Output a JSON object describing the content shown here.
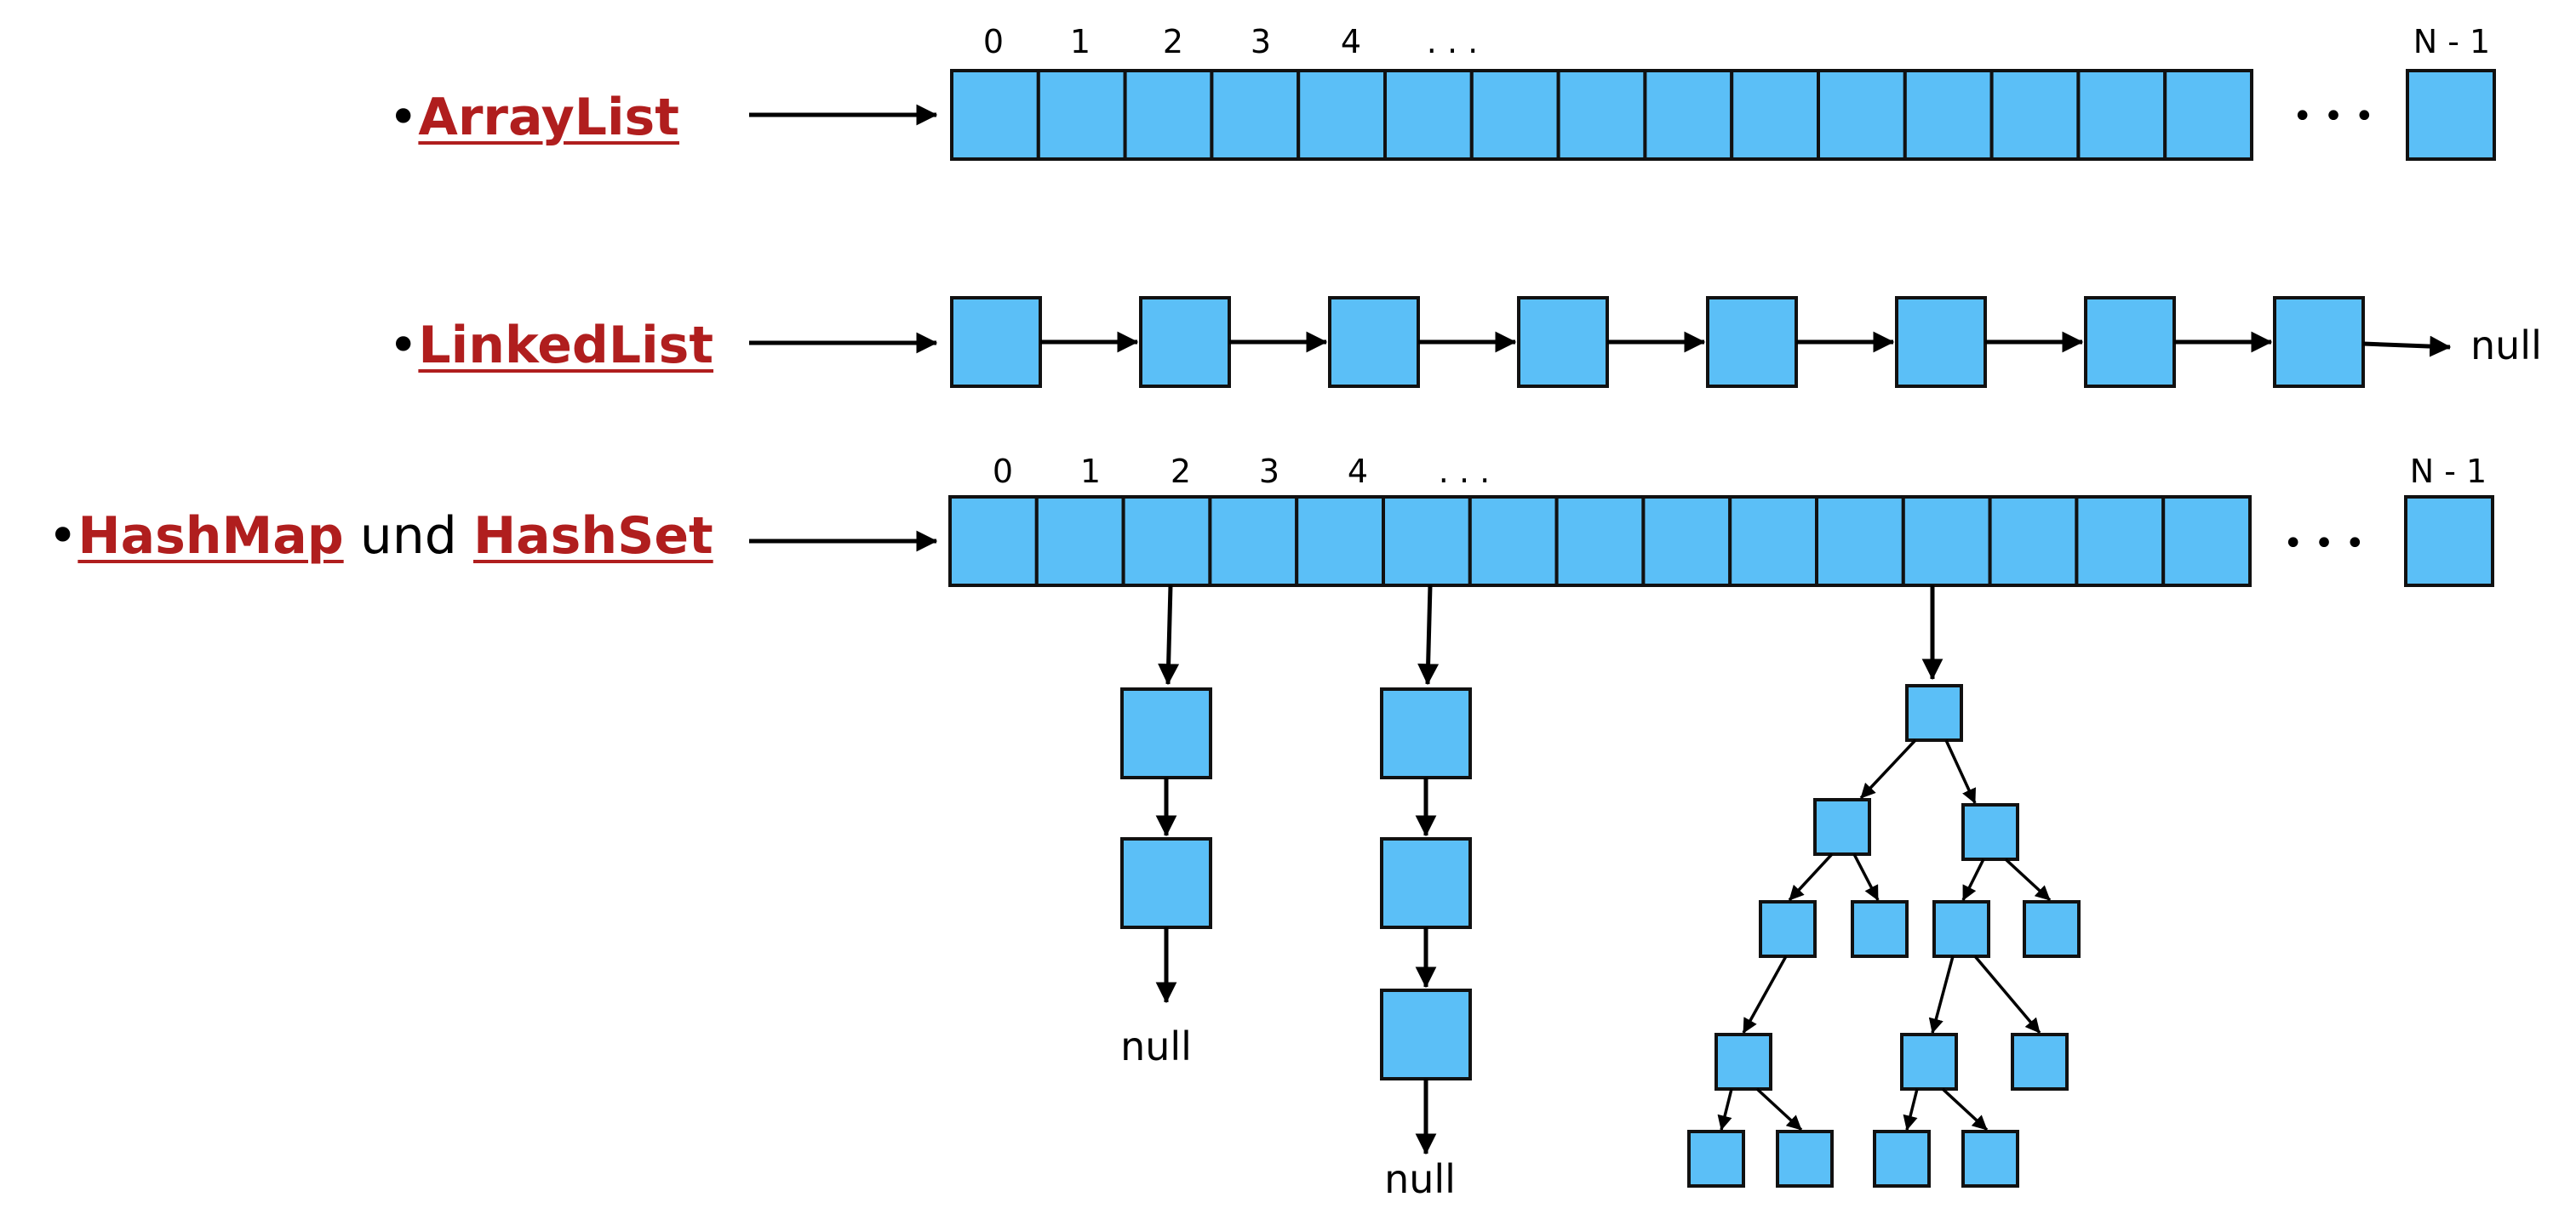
{
  "rows": {
    "arraylist": {
      "bullet": "•",
      "name": "ArrayList"
    },
    "linkedlist": {
      "bullet": "•",
      "name": "LinkedList"
    },
    "hashmap": {
      "bullet": "•",
      "name1": "HashMap",
      "joiner": " und ",
      "name2": "HashSet"
    }
  },
  "array_index_labels": [
    "0",
    "1",
    "2",
    "3",
    "4",
    ". . .",
    "N - 1"
  ],
  "ellipsis": "• • •",
  "null_label": "null",
  "colors": {
    "cell_fill": "#5bbff7",
    "cell_stroke": "#111111",
    "label_red": "#b01e1e"
  }
}
